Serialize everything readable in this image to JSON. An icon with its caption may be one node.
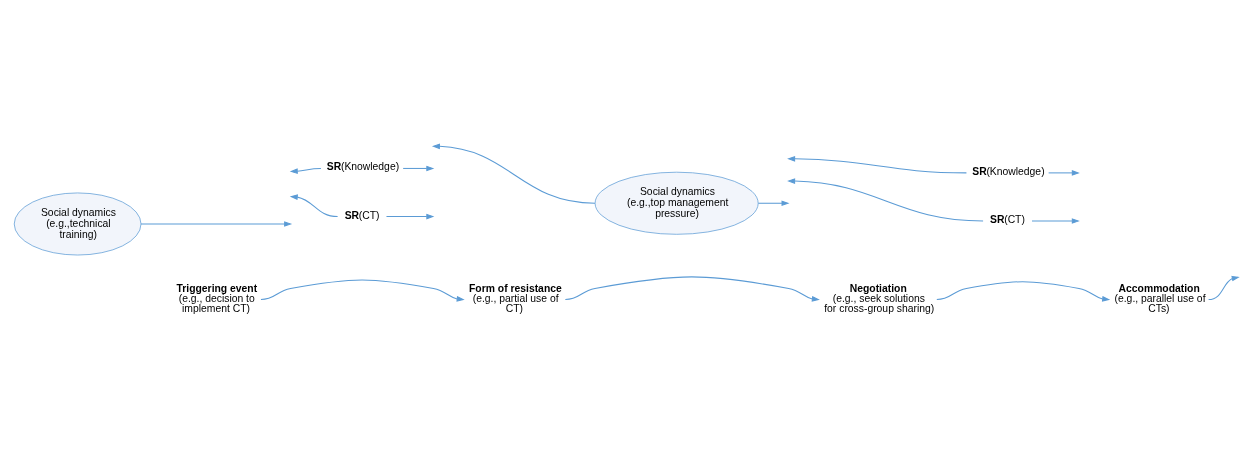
{
  "diagram": {
    "nodes": [
      {
        "text": [
          "Triggering event",
          "(e.g., decision to implement CT)"
        ]
      },
      {
        "text": [
          "Form of resistance",
          "(e.g., partial use of CT)"
        ]
      },
      {
        "text": [
          "Negotiation",
          "(e.g., seek solutions for cross-group sharing)"
        ]
      },
      {
        "text": [
          "Accommodation",
          "(e.g., parallel use of CTs)"
        ]
      },
      {
        "text": [
          "Social dynamics (e.g.,technical training)"
        ]
      },
      {
        "text": [
          "**SR**(CT)"
        ]
      },
      {
        "text": [
          "**SR**(Knowledge)"
        ]
      },
      {
        "text": [
          "Social dynamics (e.g.,top management pressure)"
        ]
      },
      {
        "text": [
          "**SR**(CT)"
        ]
      },
      {
        "text": [
          "**SR**(Knowledge)"
        ]
      }
    ],
    "edges": [
      {
        "from": 0,
        "to": 1,
        "arrow": "to"
      },
      {
        "from": 1,
        "to": 2,
        "arrow": "to"
      },
      {
        "from": 2,
        "to": 3,
        "arrow": "to"
      },
      {
        "from": 3,
        "to": null,
        "arrow": "to"
      },
      {
        "from": 5,
        "to": null,
        "arrow": "to"
      },
      {
        "from": 4,
        "to": null,
        "arrow": "to"
      },
      {
        "from": 6,
        "to": null,
        "arrow": "to"
      },
      {
        "from": 5,
        "to": null,
        "arrow": "to"
      },
      {
        "from": 6,
        "to": null,
        "arrow": "to"
      },
      {
        "from": 7,
        "to": null,
        "arrow": "to"
      },
      {
        "from": 7,
        "to": null,
        "arrow": "to"
      },
      {
        "from": 8,
        "to": null,
        "arrow": "to"
      },
      {
        "from": 8,
        "to": null,
        "arrow": "to"
      },
      {
        "from": 9,
        "to": null,
        "arrow": "to"
      },
      {
        "from": 9,
        "to": null,
        "arrow": "to"
      }
    ]
  }
}
